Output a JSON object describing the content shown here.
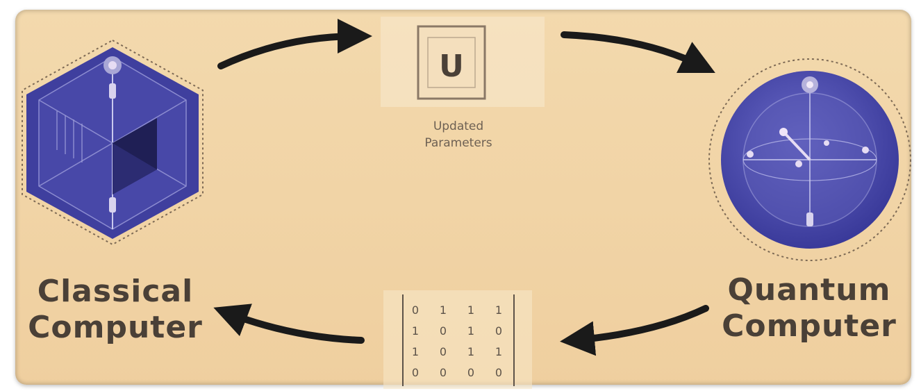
{
  "diagram": {
    "classical": {
      "line1": "Classical",
      "line2": "Computer",
      "icon": "hexagon-cube-icon"
    },
    "quantum": {
      "line1": "Quantum",
      "line2": "Computer",
      "icon": "bloch-sphere-icon"
    },
    "parameters": {
      "symbol": "U",
      "line1": "Updated",
      "line2": "Parameters",
      "icon": "unitary-box-icon"
    },
    "measurements": {
      "icon": "matrix-icon",
      "rows": [
        [
          "0",
          "1",
          "1",
          "1"
        ],
        [
          "1",
          "0",
          "1",
          "0"
        ],
        [
          "1",
          "0",
          "1",
          "1"
        ],
        [
          "0",
          "0",
          "0",
          "0"
        ]
      ]
    },
    "colors": {
      "background": "#f1d4a4",
      "icon_fill": "#3f3f9e",
      "arrow": "#1a1a1a",
      "text": "#4a4037"
    }
  }
}
